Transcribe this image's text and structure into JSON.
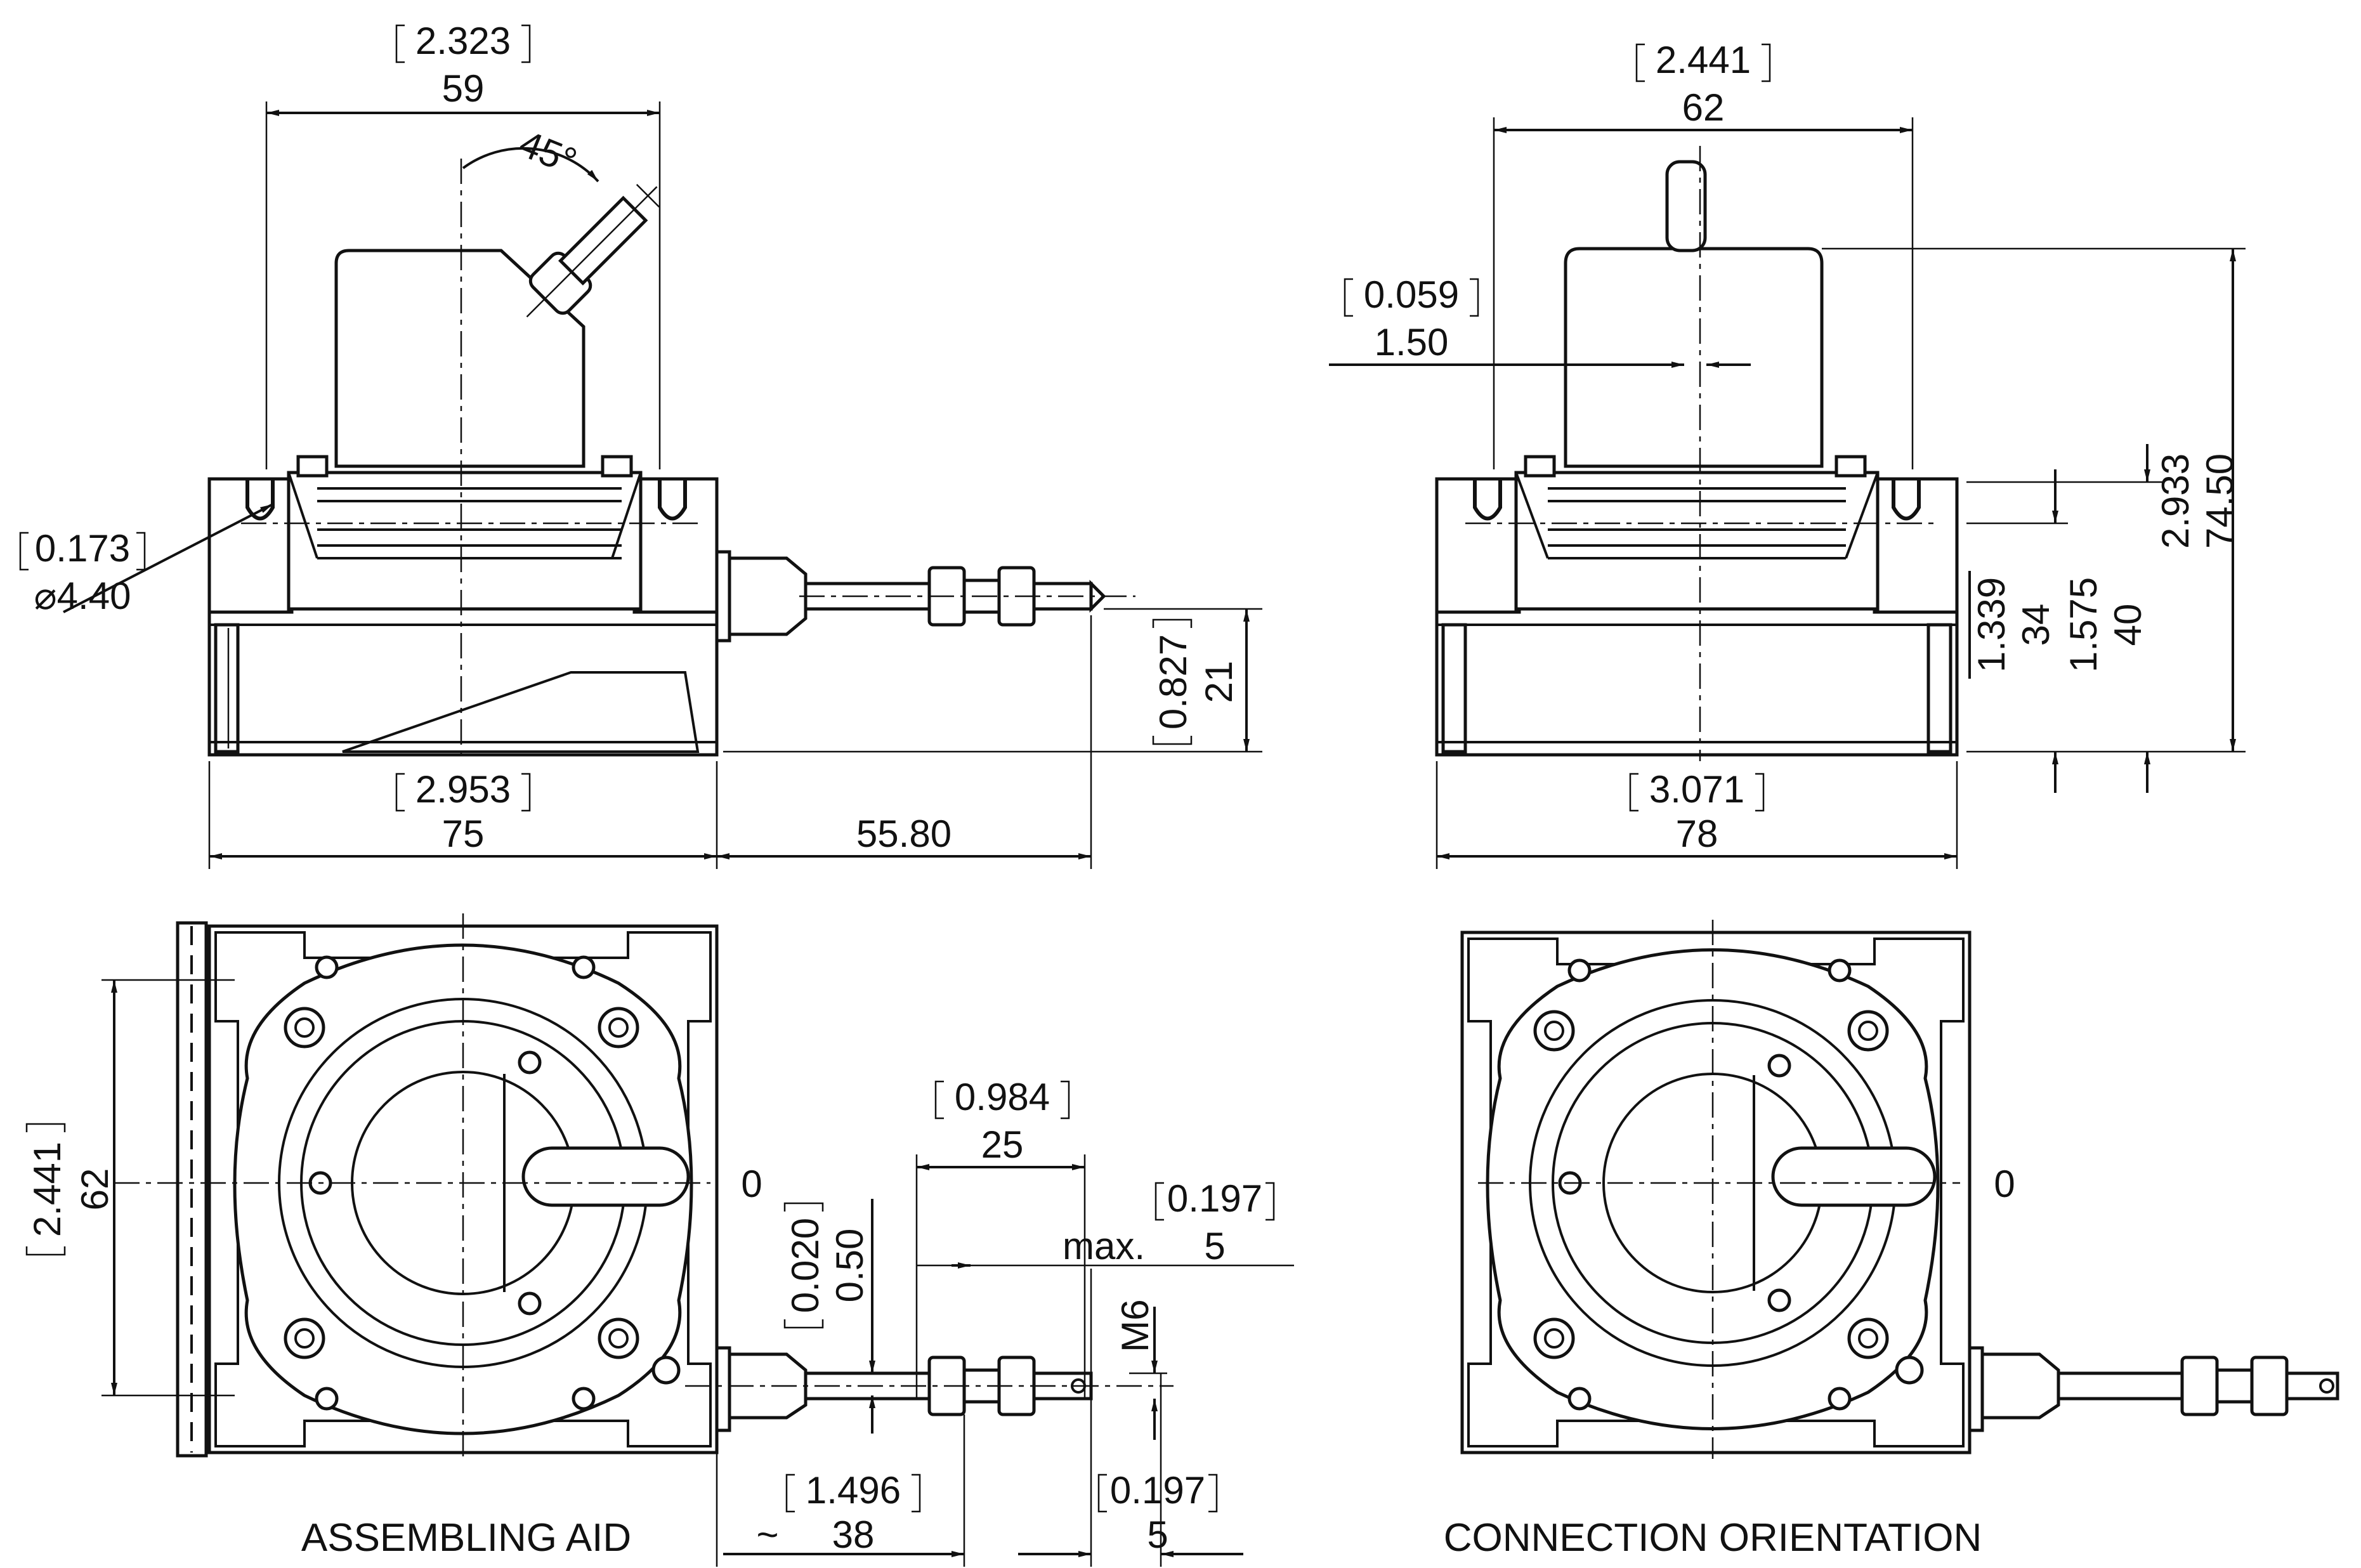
{
  "captions": {
    "left_bottom": "ASSEMBLING AID",
    "right_bottom": "CONNECTION ORIENTATION"
  },
  "dimensions": {
    "tl_width_in": "2.323",
    "tl_width_mm": "59",
    "tl_angle": "45°",
    "tl_hole_in": "0.173",
    "tl_hole_mm": "⌀4.40",
    "tl_base_in": "2.953",
    "tl_base_mm": "75",
    "tl_cable": "55.80",
    "tl_height_in": "0.827",
    "tl_height_mm": "21",
    "tr_width_in": "2.441",
    "tr_width_mm": "62",
    "tr_offset_in": "0.059",
    "tr_offset_mm": "1.50",
    "tr_base_in": "3.071",
    "tr_base_mm": "78",
    "tr_h34_in": "1.339",
    "tr_h34_mm": "34",
    "tr_h40_in": "1.575",
    "tr_h40_mm": "40",
    "tr_h745_in": "2.933",
    "tr_h745_mm": "74.50",
    "bl_side_in": "2.441",
    "bl_side_mm": "62",
    "bl_zero": "0",
    "bl_d25_in": "0.984",
    "bl_d25_mm": "25",
    "bl_max_label": "max.",
    "bl_max_in": "0.197",
    "bl_max_mm": "5",
    "bl_d050_in": "0.020",
    "bl_d050_mm": "0.50",
    "bl_thread": "M6",
    "bl_tilde": "~",
    "bl_d38_in": "1.496",
    "bl_d38_mm": "38",
    "bl_d5_in": "0.197",
    "bl_d5_mm": "5",
    "br_zero": "0"
  }
}
